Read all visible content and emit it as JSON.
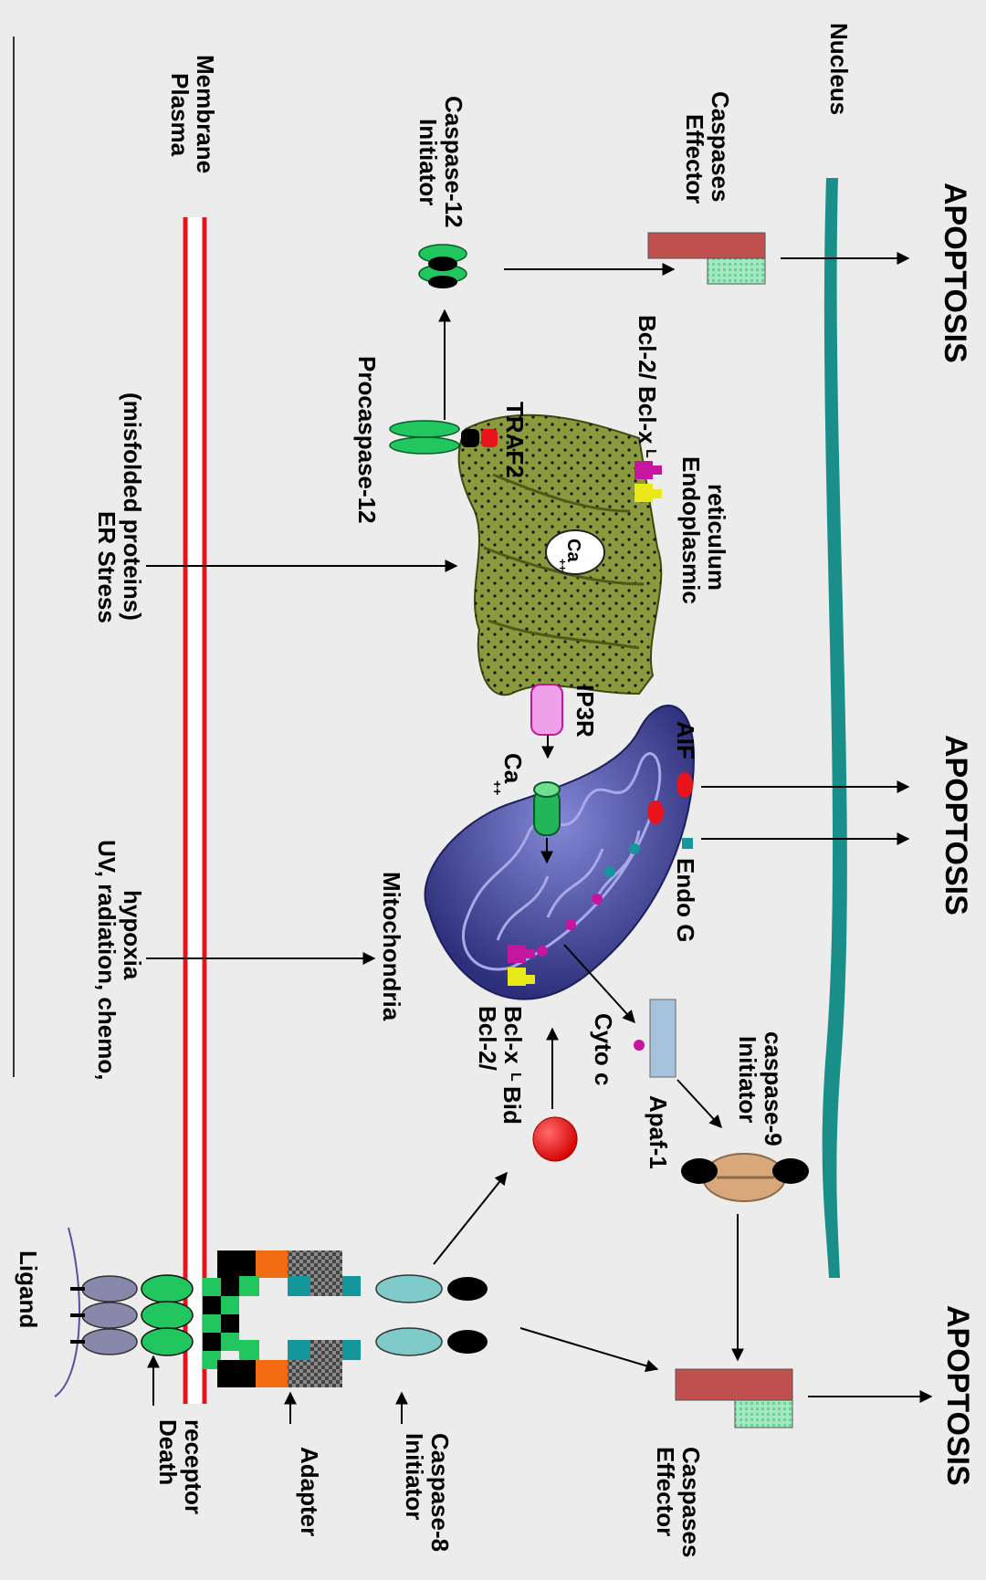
{
  "labels": {
    "ligand": "Ligand",
    "death_receptor_1": "Death",
    "death_receptor_2": "receptor",
    "adapter": "Adapter",
    "initiator_casp8_1": "Initiator",
    "initiator_casp8_2": "Caspase-8",
    "effector_left_1": "Effector",
    "effector_left_2": "Caspases",
    "apoptosis_left": "APOPTOSIS",
    "uv_1": "UV, radiation, chemo,",
    "uv_2": "hypoxia",
    "er_stress_1": "ER Stress",
    "er_stress_2": "(misfolded proteins)",
    "plasma_1": "Plasma",
    "plasma_2": "Membrane",
    "mitochondria": "Mitochondria",
    "bid": "Bid",
    "bcl_left_1": "Bcl-2/",
    "bcl_left_2": "Bcl-x",
    "bcl_left_sub": "L",
    "cyto_c": "Cyto c",
    "apaf": "Apaf-1",
    "initiator_casp9_1": "Initiator",
    "initiator_casp9_2": "caspase-9",
    "endo_g": "Endo G",
    "aif": "AIF",
    "apoptosis_mid": "APOPTOSIS",
    "ca_mito": "Ca",
    "ca_mito_sup": "++",
    "ip3r": "IP3R",
    "er_1": "Endoplasmic",
    "er_2": "reticulum",
    "ca_er": "Ca",
    "ca_er_sup": "++",
    "procaspase12": "Procaspase-12",
    "traf2": "TRAF2",
    "bcl_right": "Bcl-2/ Bcl-x",
    "bcl_right_sub": "L",
    "initiator_casp12_1": "Initiator",
    "initiator_casp12_2": "Caspase-12",
    "effector_right_1": "Effector",
    "effector_right_2": "Caspases",
    "apoptosis_right": "APOPTOSIS",
    "nucleus": "Nucleus"
  },
  "colors": {
    "background": "#ececec",
    "membrane": "#e8141b",
    "nucleus": "#1a8f8a",
    "caspase_red": "#c0504d",
    "caspase_green": "#9be0b9",
    "mito": "#4b4fa6",
    "er": "#8a9a3d",
    "bid": "#e8141b"
  }
}
